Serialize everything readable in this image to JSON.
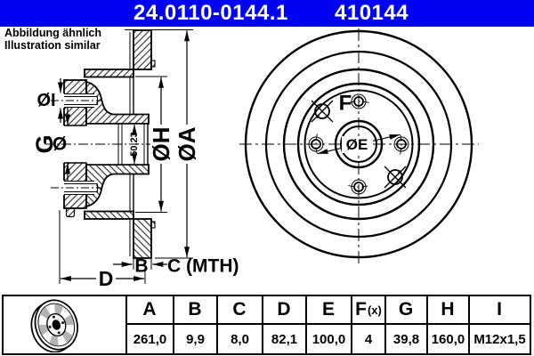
{
  "header": {
    "catalog_number": "24.0110-0144.1",
    "reference_number": "410144"
  },
  "note": {
    "line1": "Abbildung ähnlich",
    "line2": "Illustration similar"
  },
  "drawing": {
    "labels": {
      "dia_i": "ØI",
      "g": "G",
      "dia": "Ø",
      "bore_dim": "50,23",
      "dia_h": "ØH",
      "dia_a": "ØA",
      "b": "B",
      "c_mth": "C (MTH)",
      "d": "D",
      "f": "F",
      "dia_e": "ØE"
    }
  },
  "table": {
    "columns": [
      {
        "main": "A",
        "sub": ""
      },
      {
        "main": "B",
        "sub": ""
      },
      {
        "main": "C",
        "sub": ""
      },
      {
        "main": "D",
        "sub": ""
      },
      {
        "main": "E",
        "sub": ""
      },
      {
        "main": "F",
        "sub": "(x)"
      },
      {
        "main": "G",
        "sub": ""
      },
      {
        "main": "H",
        "sub": ""
      },
      {
        "main": "I",
        "sub": ""
      }
    ],
    "values": [
      "261,0",
      "9,9",
      "8,0",
      "82,1",
      "100,0",
      "4",
      "39,8",
      "160,0",
      "M12x1,5"
    ]
  },
  "colors": {
    "header_blue": "#0202f2"
  }
}
